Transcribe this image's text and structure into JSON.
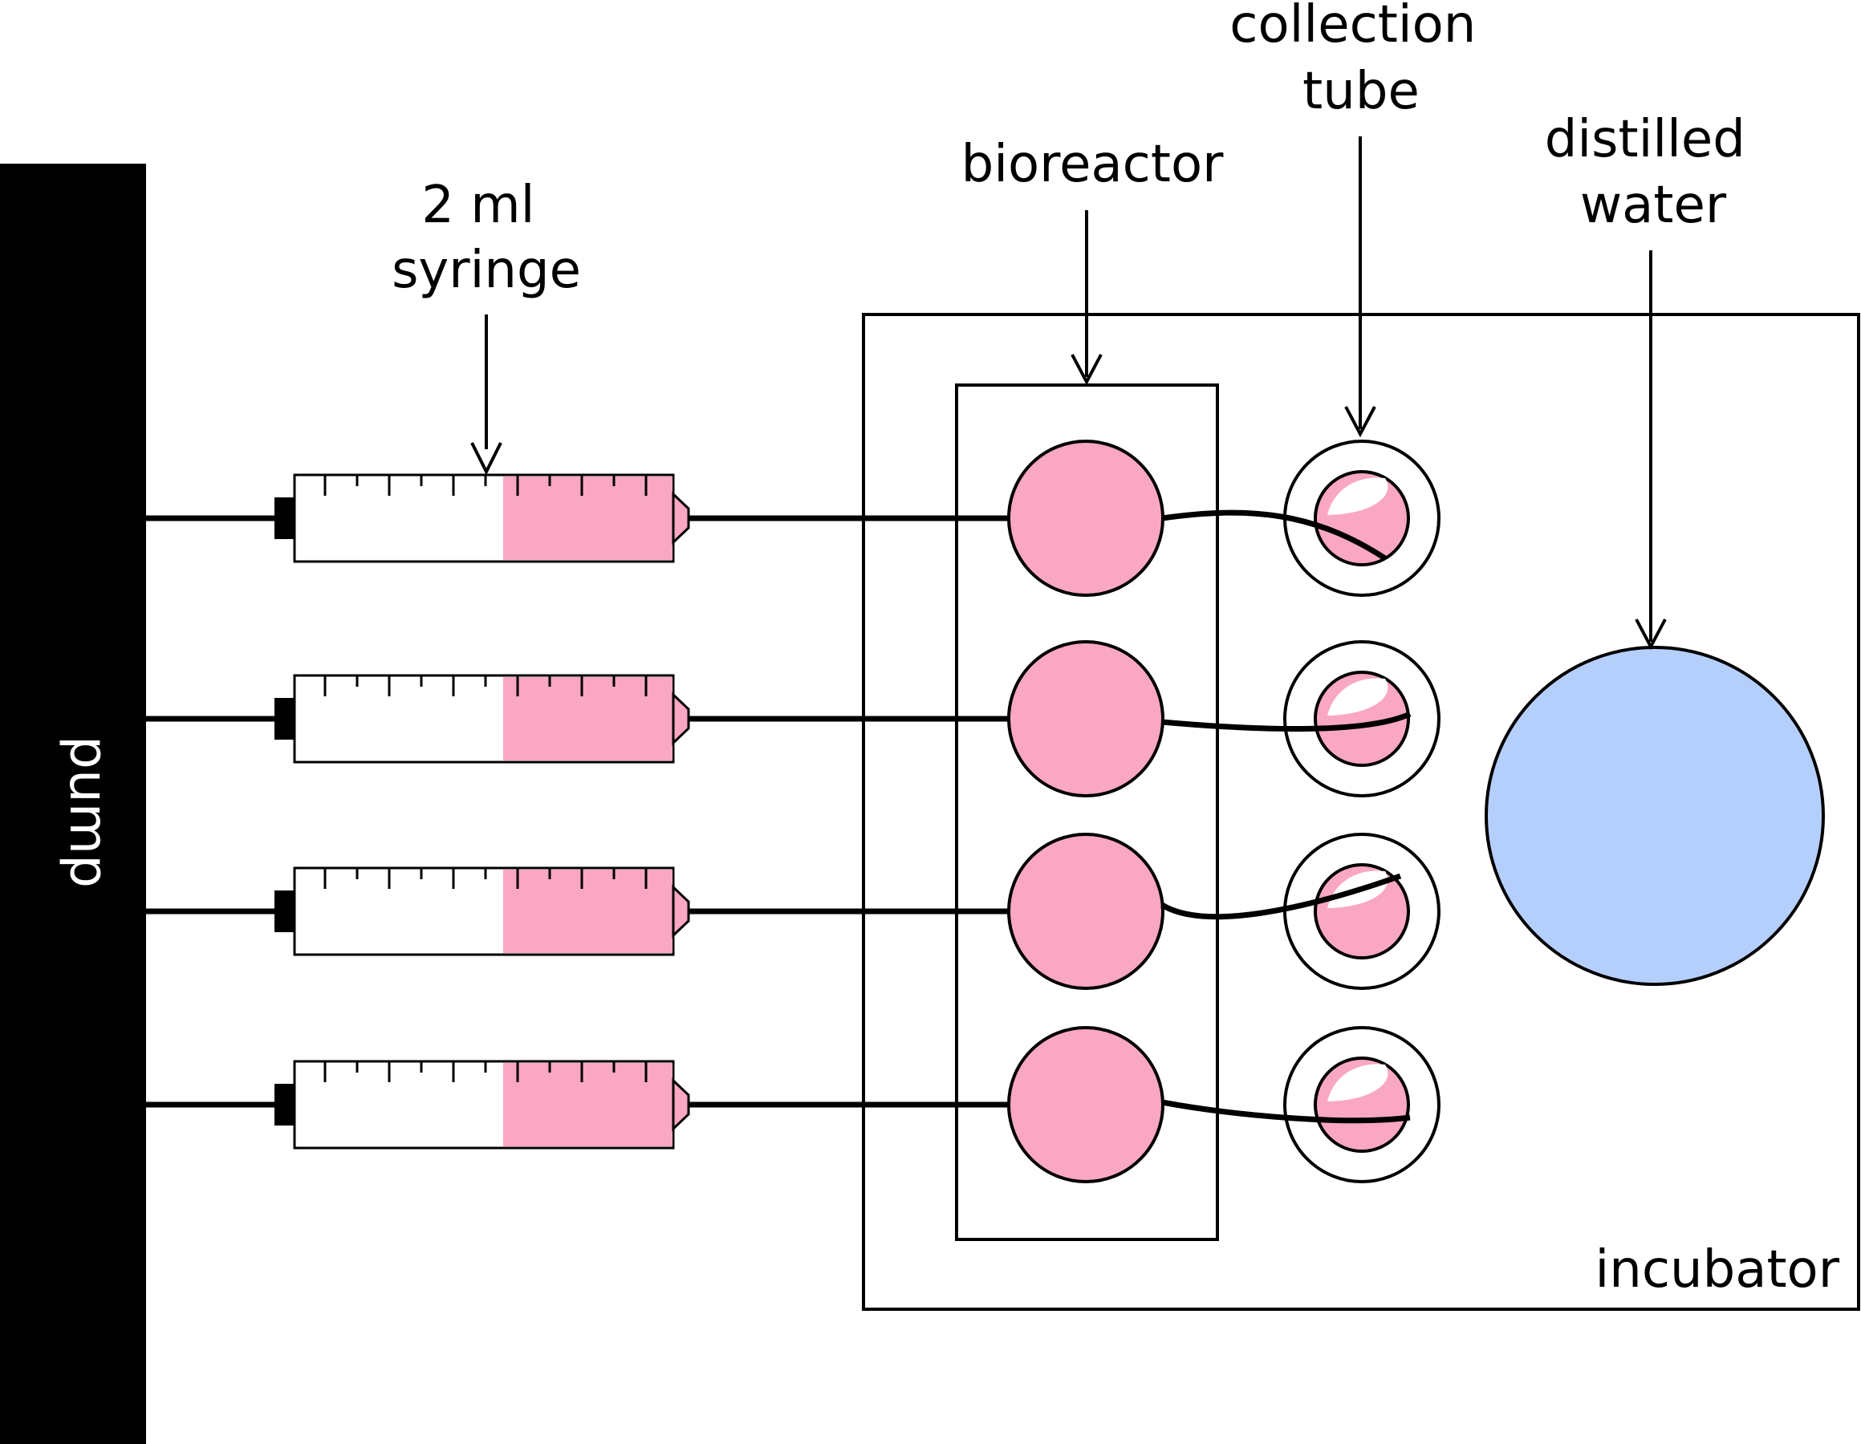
{
  "labels": {
    "pump": "pump",
    "syringe": [
      "2 ml",
      "syringe"
    ],
    "bioreactor": "bioreactor",
    "collection_tube": [
      "collection",
      "tube"
    ],
    "distilled_water": [
      "distilled",
      "water"
    ],
    "incubator": "incubator"
  },
  "counts": {
    "channels": 4
  },
  "colors": {
    "pump": "#000000",
    "medium": "#f9a7c3",
    "water": "#b5cffc",
    "line": "#000000",
    "background": "#ffffff"
  }
}
